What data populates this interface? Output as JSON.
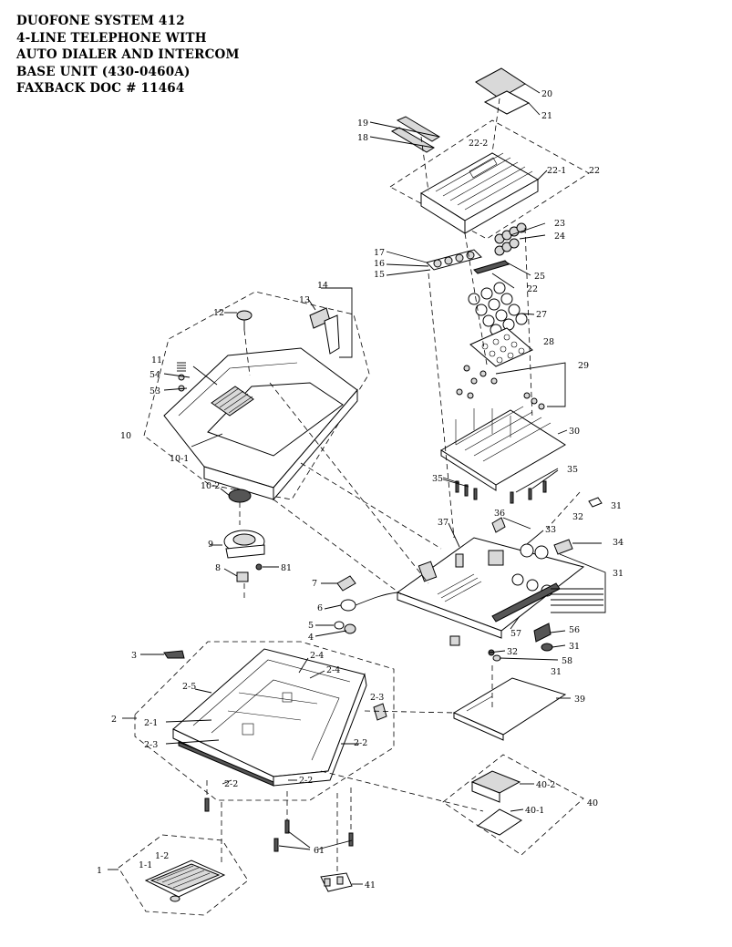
{
  "title": {
    "line1": "DUOFONE SYSTEM 412",
    "line2": "4-LINE TELEPHONE WITH",
    "line3": "AUTO DIALER AND INTERCOM",
    "line4": "BASE UNIT  (430-0460A)",
    "line5": "FAXBACK DOC  # 11464"
  },
  "labels": {
    "l20": "20",
    "l21": "21",
    "l19": "19",
    "l18": "18",
    "l22_2": "22-2",
    "l22_1": "22-1",
    "l22": "22",
    "l23": "23",
    "l24": "24",
    "l17": "17",
    "l16": "16",
    "l15": "15",
    "l25": "25",
    "l22b": "22",
    "l27": "27",
    "l28": "28",
    "l12": "12",
    "l13": "13",
    "l14": "14",
    "l11": "11",
    "l54": "54",
    "l53": "53",
    "l29": "29",
    "l10": "10",
    "l10_1": "10-1",
    "l30": "30",
    "l10_2": "10-2",
    "l35a": "35",
    "l35b": "35",
    "l31a": "31",
    "l37": "37",
    "l36": "36",
    "l32a": "32",
    "l33": "33",
    "l34": "34",
    "l9": "9",
    "l8": "8",
    "l81": "81",
    "l31b": "31",
    "l7": "7",
    "l6": "6",
    "l5": "5",
    "l4": "4",
    "l57": "57",
    "l56": "56",
    "l31c": "31",
    "l32b": "32",
    "l58": "58",
    "l3": "3",
    "l2_4a": "2-4",
    "l2_4b": "2-4",
    "l2_5": "2-5",
    "l2_3a": "2-3",
    "l2": "2",
    "l2_1": "2-1",
    "l2_3b": "2-3",
    "l2_2a": "2-2",
    "l2_2b": "2-2",
    "l2_2c": "2-2",
    "l31d": "31",
    "l39": "39",
    "l40_2": "40-2",
    "l40_1": "40-1",
    "l40": "40",
    "l61": "61",
    "l1": "1",
    "l1_2": "1-2",
    "l1_1": "1-1",
    "l41": "41"
  }
}
